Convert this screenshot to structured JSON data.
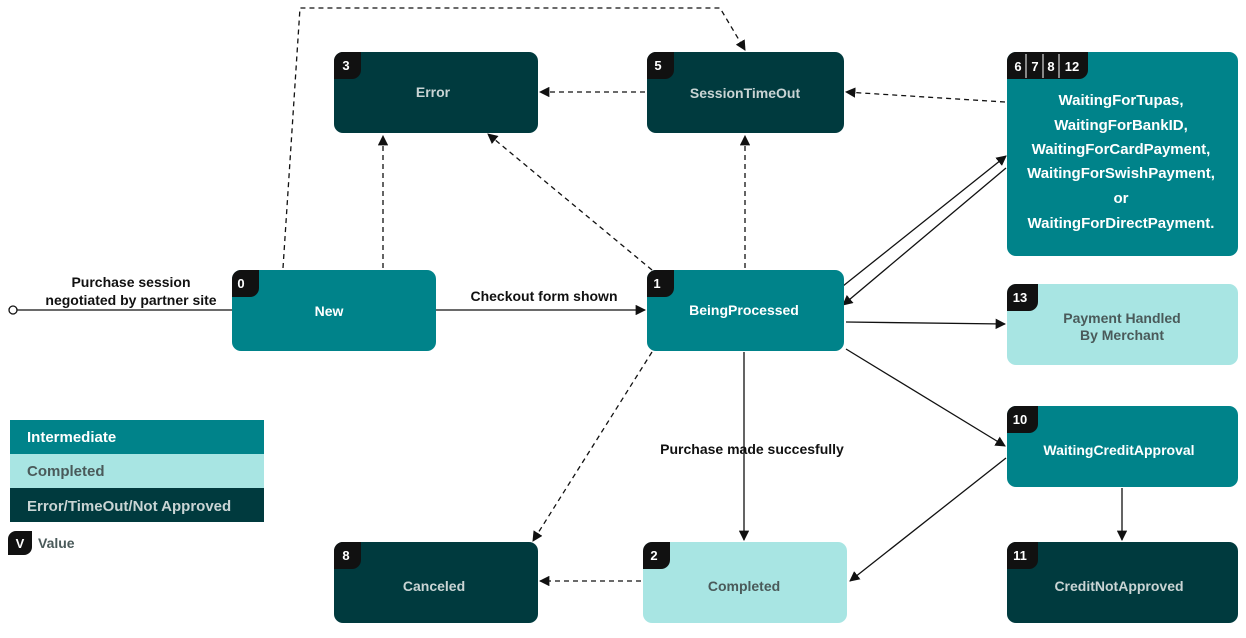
{
  "colors": {
    "intermediate": "#00838a",
    "completed": "#a8e5e3",
    "error": "#003a3e",
    "badge": "#111111",
    "text_light": "#ffffff",
    "text_completed": "#4a5a5a",
    "text_error": "#c9d4d4",
    "edge": "#111111"
  },
  "nodes": {
    "n0": {
      "num": "0",
      "label": "New"
    },
    "n1": {
      "num": "1",
      "label": "BeingProcessed"
    },
    "n2": {
      "num": "2",
      "label": "Completed"
    },
    "n3": {
      "num": "3",
      "label": "Error"
    },
    "n5": {
      "num": "5",
      "label": "SessionTimeOut"
    },
    "n8": {
      "num": "8",
      "label": "Canceled"
    },
    "n10": {
      "num": "10",
      "label": "WaitingCreditApproval"
    },
    "n11": {
      "num": "11",
      "label": "CreditNotApproved"
    },
    "n13": {
      "num": "13",
      "label_lines": [
        "Payment Handled",
        "By Merchant"
      ]
    },
    "waiting": {
      "nums": [
        "6",
        "7",
        "8",
        "12"
      ],
      "label_lines": [
        "WaitingForTupas,",
        "WaitingForBankID,",
        "WaitingForCardPayment,",
        "WaitingForSwishPayment,",
        "or",
        "WaitingForDirectPayment."
      ]
    }
  },
  "edges": {
    "start_label_lines": [
      "Purchase session",
      "negotiated by partner site"
    ],
    "checkout_label": "Checkout form shown",
    "purchase_label": "Purchase made succesfully"
  },
  "legend": {
    "intermediate": "Intermediate",
    "completed": "Completed",
    "error": "Error/TimeOut/Not Approved",
    "badge_letter": "V",
    "badge_text": "Value"
  }
}
